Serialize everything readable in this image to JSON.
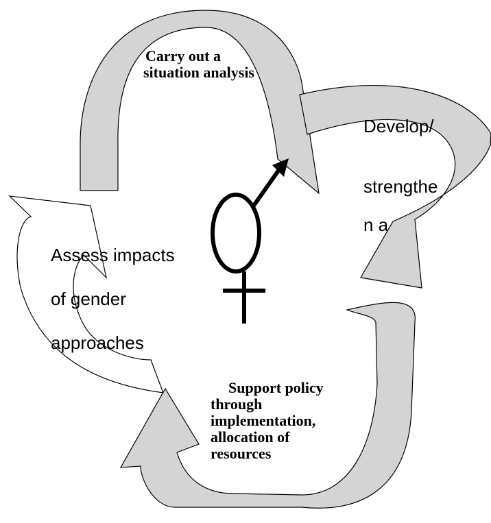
{
  "diagram": {
    "steps": [
      {
        "id": "situation",
        "lines": [
          "Carry out a",
          "situation analysis"
        ]
      },
      {
        "id": "develop",
        "lines": [
          "Develop/",
          "strengthe",
          "n a"
        ]
      },
      {
        "id": "support",
        "lines": [
          "Support policy",
          "through",
          "implementation,",
          "allocation of",
          "resources"
        ]
      },
      {
        "id": "assess",
        "lines": [
          "Assess impacts",
          "of gender",
          "approaches"
        ]
      }
    ],
    "center_icon": "gender-male-female-symbol-icon",
    "colors": {
      "arrow_fill": "#d4d4d4",
      "outline": "#000000",
      "background": "#ffffff"
    }
  }
}
